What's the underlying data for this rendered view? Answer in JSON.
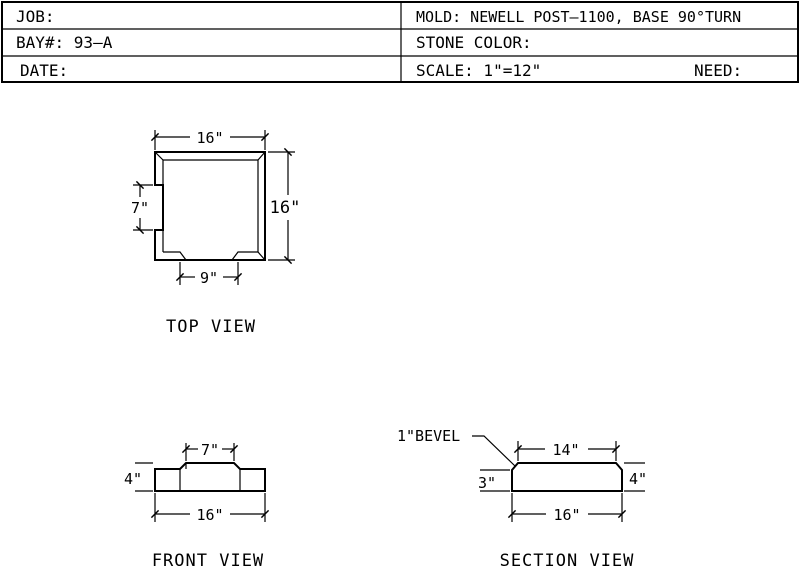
{
  "title_block": {
    "job_label": "JOB:",
    "bay_label": "BAY#:  93–A",
    "date_label": "DATE:",
    "mold_label": "MOLD:  NEWELL POST–1100, BASE 90°TURN",
    "stone_color_label": "STONE  COLOR:",
    "scale_label": "SCALE:  1\"=12\"",
    "need_label": "NEED:"
  },
  "top_view": {
    "label": "TOP  VIEW",
    "dim_width": "16\"",
    "dim_height": "16\"",
    "dim_notch_side": "7\"",
    "dim_notch_bottom": "9\""
  },
  "front_view": {
    "label": "FRONT  VIEW",
    "dim_top": "7\"",
    "dim_height": "4\"",
    "dim_width": "16\""
  },
  "section_view": {
    "label": "SECTION  VIEW",
    "bevel_note": "1\"BEVEL",
    "dim_top": "14\"",
    "dim_left_height": "3\"",
    "dim_right_height": "4\"",
    "dim_width": "16\""
  }
}
